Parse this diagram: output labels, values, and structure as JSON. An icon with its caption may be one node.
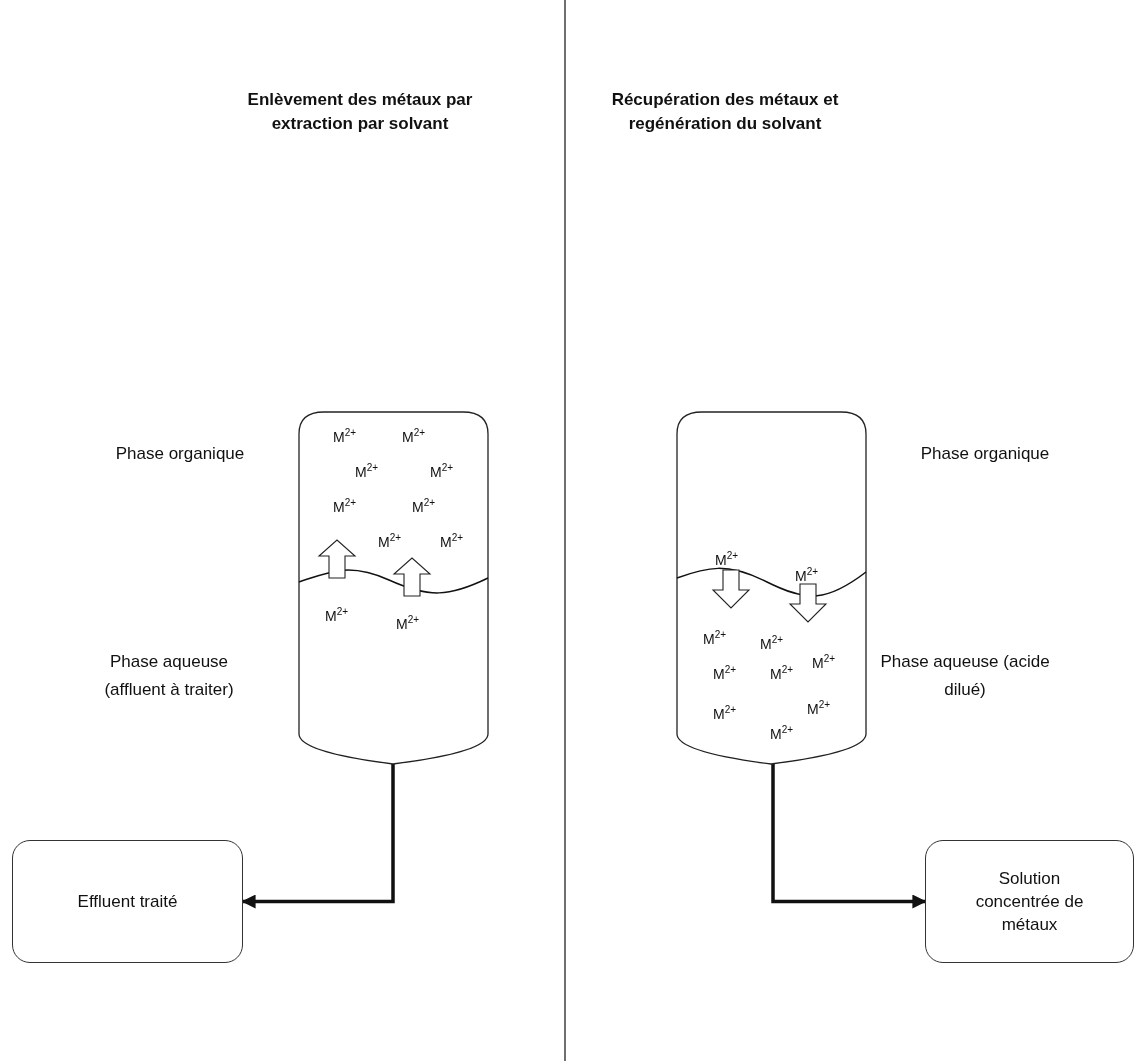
{
  "diagram": {
    "nodes": [
      {
        "text": [
          "M$^{2+}$",
          "M$^{2+}$",
          "M$^{2+}$",
          "M$^{2+}$",
          "M$^{2+}$",
          "M$^{2+}$",
          "M$^{2+}$",
          "M$^{2+}$",
          "M$^{2+}$",
          "M$^{2+}$"
        ],
        "beside": [
          "Phase organique",
          "Phase aqueuse (affluent à traiter)"
        ]
      },
      {
        "text": [
          "Effluent traité"
        ]
      },
      {
        "text": [
          "M$^{2+}$",
          "M$^{2+}$",
          "M$^{2+}$",
          "M$^{2+}$",
          "M$^{2+}$",
          "M$^{2+}$",
          "M$^{2+}$",
          "M$^{2+}$",
          "M$^{2+}$",
          "M$^{2+}$"
        ],
        "beside": [
          "Phase organique",
          "Phase aqueuse (acide dilué)"
        ]
      },
      {
        "text": [
          "Solution concentrée de métaux"
        ]
      }
    ],
    "edges": [
      {
        "from": 0,
        "to": 1,
        "arrow": "to"
      },
      {
        "from": 2,
        "to": 3,
        "arrow": "to"
      }
    ],
    "labels": [
      "Enlèvement des métaux par extraction par solvant",
      "Récupération des métaux et regénération du solvant"
    ]
  }
}
